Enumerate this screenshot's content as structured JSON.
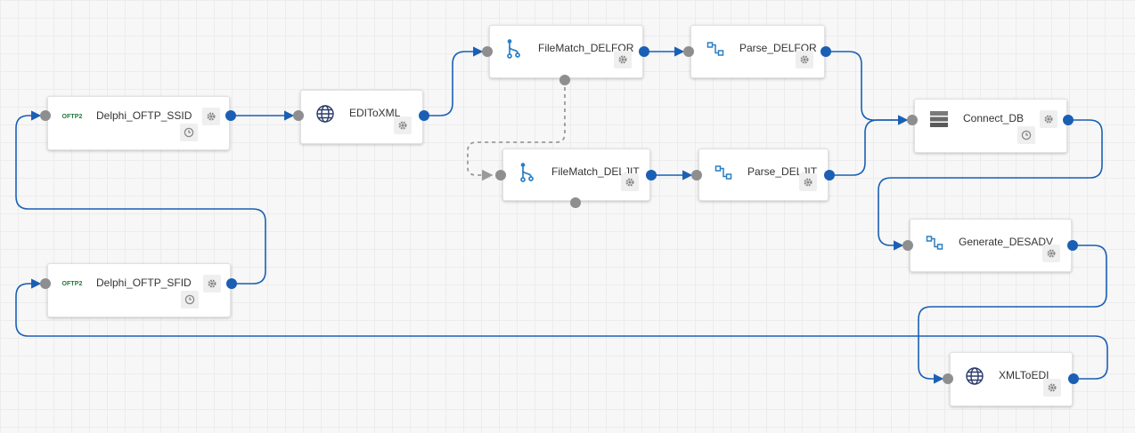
{
  "nodes": [
    {
      "id": "ssid",
      "label": "Delphi_OFTP_SSID",
      "icon": "oftp2-logo-icon",
      "logo_text": "OFTP2",
      "settings": true,
      "schedule": true
    },
    {
      "id": "editoxml",
      "label": "EDIToXML",
      "icon": "globe-icon",
      "settings": true
    },
    {
      "id": "fm_delfor",
      "label": "FileMatch_DELFOR",
      "icon": "branch-icon",
      "settings": true
    },
    {
      "id": "parse_delfor",
      "label": "Parse_DELFOR",
      "icon": "flow-icon",
      "settings": true
    },
    {
      "id": "fm_deljit",
      "label": "FileMatch_DELJIT",
      "icon": "branch-icon",
      "settings": true
    },
    {
      "id": "parse_deljit",
      "label": "Parse_DELJIT",
      "icon": "flow-icon",
      "settings": true
    },
    {
      "id": "connect_db",
      "label": "Connect_DB",
      "icon": "database-icon",
      "settings": true,
      "schedule": true
    },
    {
      "id": "gen_desadv",
      "label": "Generate_DESADV",
      "icon": "flow-icon",
      "settings": true
    },
    {
      "id": "sfid",
      "label": "Delphi_OFTP_SFID",
      "icon": "oftp2-logo-icon",
      "logo_text": "OFTP2",
      "settings": true,
      "schedule": true
    },
    {
      "id": "xmltoedi",
      "label": "XMLToEDI",
      "icon": "globe-icon",
      "settings": true
    }
  ],
  "connections": [
    {
      "from": "ssid",
      "to": "editoxml",
      "style": "solid"
    },
    {
      "from": "editoxml",
      "to": "fm_delfor",
      "style": "solid"
    },
    {
      "from": "fm_delfor",
      "to": "parse_delfor",
      "style": "solid"
    },
    {
      "from": "fm_delfor",
      "to": "fm_deljit",
      "style": "dashed"
    },
    {
      "from": "fm_deljit",
      "to": "parse_deljit",
      "style": "solid"
    },
    {
      "from": "parse_delfor",
      "to": "connect_db",
      "style": "solid"
    },
    {
      "from": "parse_deljit",
      "to": "connect_db",
      "style": "solid"
    },
    {
      "from": "connect_db",
      "to": "gen_desadv",
      "style": "solid"
    },
    {
      "from": "gen_desadv",
      "to": "xmltoedi",
      "style": "solid"
    },
    {
      "from": "xmltoedi",
      "to": "sfid",
      "style": "solid"
    },
    {
      "from": "sfid",
      "to": "ssid",
      "style": "solid"
    }
  ],
  "colors": {
    "wire": "#1a5fb4",
    "wire_dashed": "#9a9a9a",
    "port_in": "#8e8e8e",
    "port_out": "#1a5fb4",
    "icon_blue": "#2a7fc4",
    "oftp_green": "#1f7a3a"
  }
}
